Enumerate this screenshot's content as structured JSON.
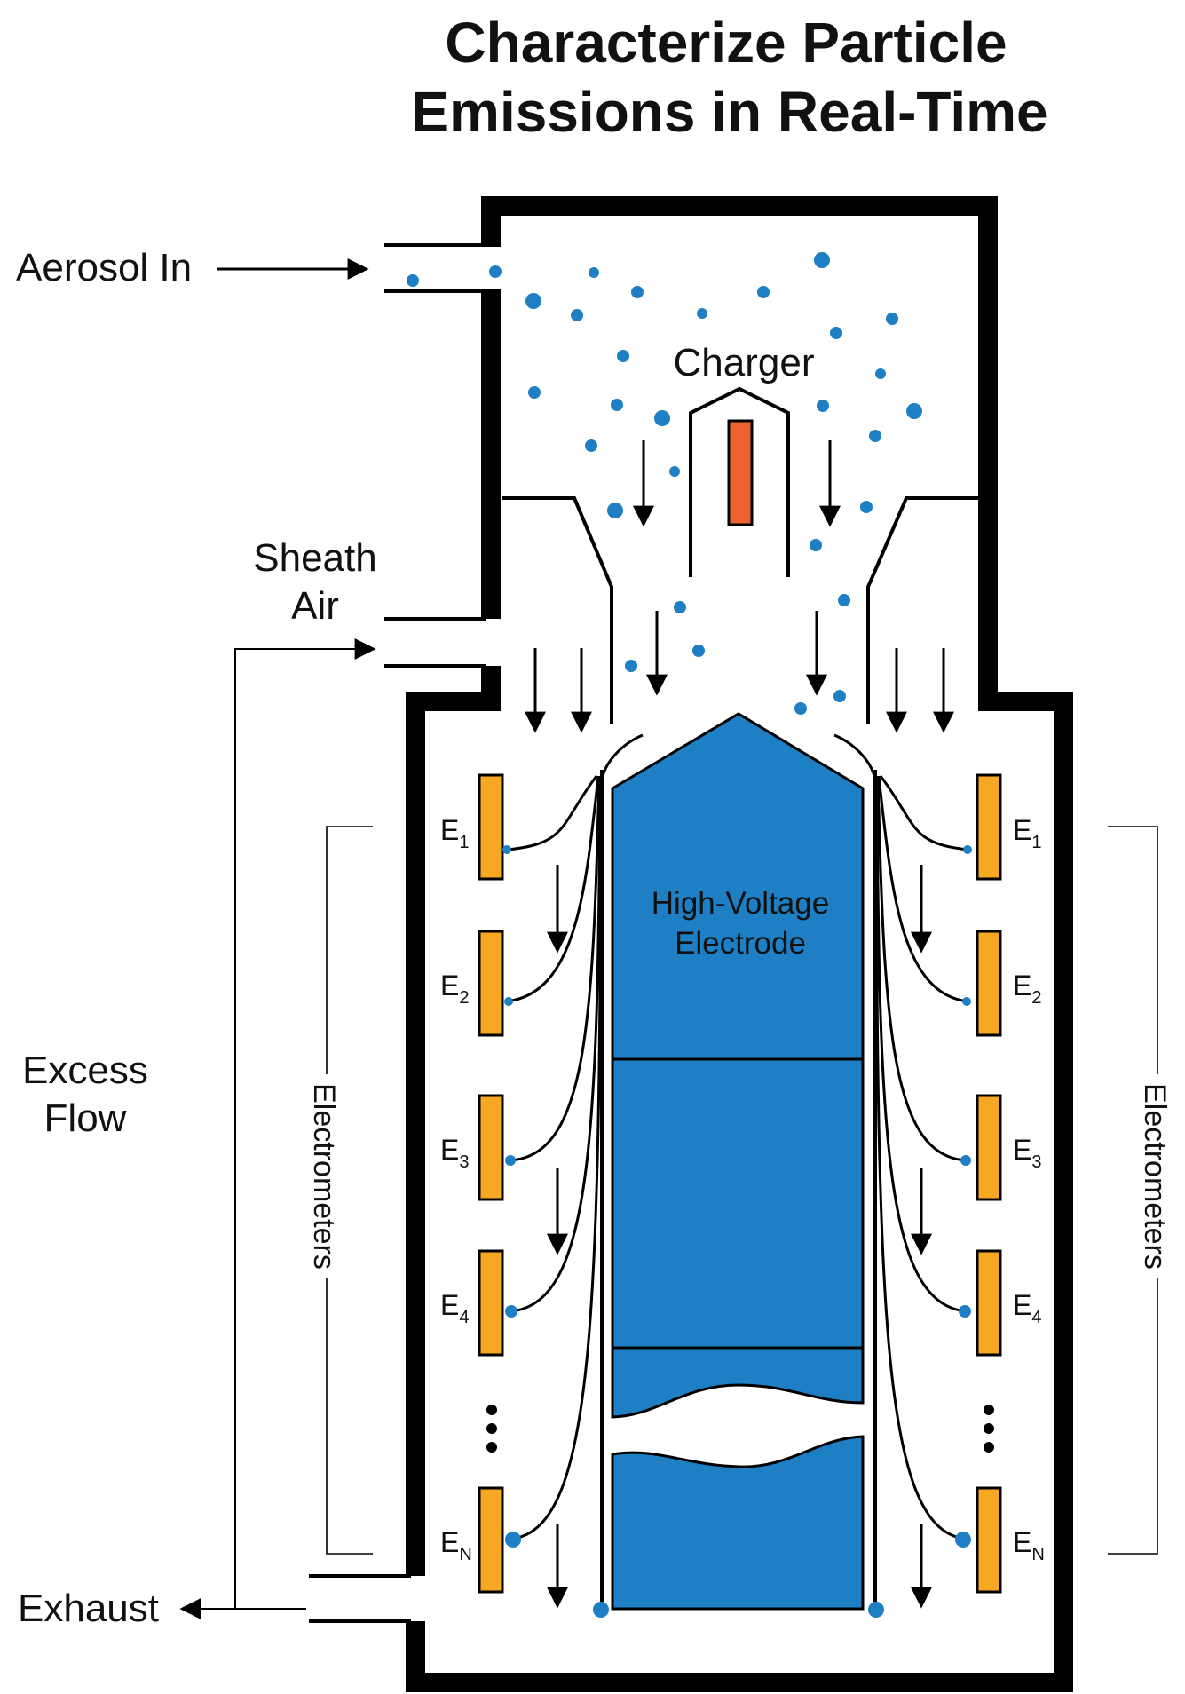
{
  "title": {
    "line1": "Characterize Particle",
    "line2": "Emissions in Real-Time"
  },
  "labels": {
    "aerosol_in": "Aerosol In",
    "sheath_line1": "Sheath",
    "sheath_line2": "Air",
    "excess_line1": "Excess",
    "excess_line2": "Flow",
    "exhaust": "Exhaust",
    "charger": "Charger",
    "hv_line1": "High-Voltage",
    "hv_line2": "Electrode",
    "electrometers_left": "Electrometers",
    "electrometers_right": "Electrometers"
  },
  "electrometers": [
    {
      "letter": "E",
      "sub": "1"
    },
    {
      "letter": "E",
      "sub": "2"
    },
    {
      "letter": "E",
      "sub": "3"
    },
    {
      "letter": "E",
      "sub": "4"
    },
    {
      "letter": "E",
      "sub": "N"
    }
  ],
  "colors": {
    "particle": "#1f7fc4",
    "electrode": "#1f7fc4",
    "electrometer": "#f7a823",
    "charger_element": "#ee6431",
    "wall": "#000000"
  }
}
